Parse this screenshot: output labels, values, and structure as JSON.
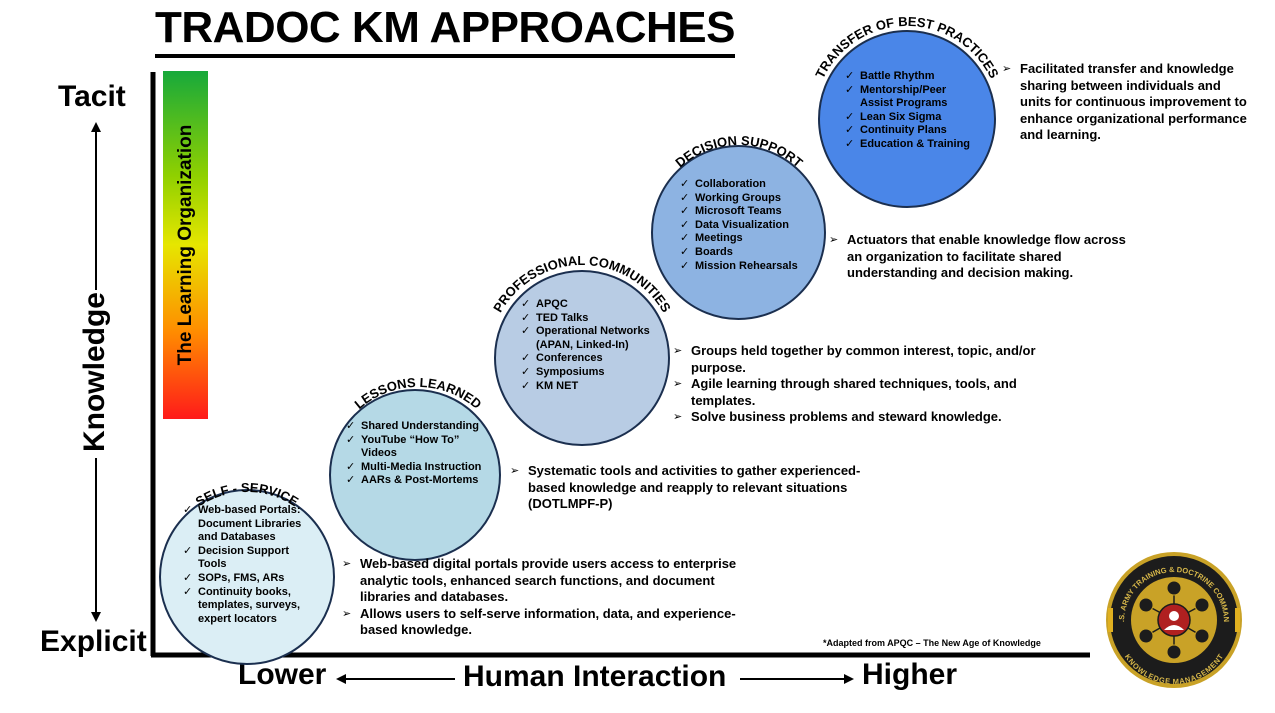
{
  "title": "TRADOC KM APPROACHES",
  "y_axis": {
    "top_label": "Tacit",
    "middle_label": "Knowledge",
    "bottom_label": "Explicit"
  },
  "x_axis": {
    "left_label": "Lower",
    "middle_label": "Human Interaction",
    "right_label": "Higher"
  },
  "gradient_bar": {
    "label": "The Learning Organization"
  },
  "colors": {
    "self_service": "#dbeef5",
    "lessons_learned": "#b5d9e6",
    "professional_communities": "#b8cce4",
    "decision_support": "#8db3e2",
    "transfer_best_practices": "#4a86e8",
    "circle_border": "#1b2f4f"
  },
  "circles": {
    "self_service": {
      "heading": "SELF - SERVICE",
      "items": [
        "Web-based Portals: Document Libraries and Databases",
        "Decision Support Tools",
        "SOPs, FMS, ARs",
        "Continuity books, templates, surveys, expert locators"
      ],
      "description": [
        "Web-based digital portals provide users access to enterprise analytic tools, enhanced search functions, and document libraries and databases.",
        "Allows users to self-serve information, data, and experience-based knowledge."
      ]
    },
    "lessons_learned": {
      "heading": "LESSONS LEARNED",
      "items": [
        "Shared Understanding",
        "YouTube “How To” Videos",
        "Multi-Media Instruction",
        "AARs & Post-Mortems"
      ],
      "description": [
        "Systematic tools and activities to gather experienced-based knowledge and reapply to relevant situations (DOTLMPF-P)"
      ]
    },
    "professional_communities": {
      "heading": "PROFESSIONAL COMMUNITIES",
      "items": [
        "APQC",
        "TED Talks",
        "Operational Networks (APAN, Linked-In)",
        "Conferences",
        "Symposiums",
        "KM NET"
      ],
      "description": [
        "Groups held together by common interest, topic, and/or purpose.",
        "Agile learning through shared techniques, tools, and templates.",
        "Solve business problems and steward knowledge."
      ]
    },
    "decision_support": {
      "heading": "DECISION SUPPORT",
      "items": [
        "Collaboration",
        "Working Groups",
        "Microsoft Teams",
        "Data Visualization",
        "Meetings",
        "Boards",
        "Mission Rehearsals"
      ],
      "description": [
        "Actuators that enable knowledge flow across an organization to facilitate shared understanding and decision making."
      ]
    },
    "transfer_best_practices": {
      "heading": "TRANSFER OF BEST PRACTICES",
      "items": [
        "Battle Rhythm",
        "Mentorship/Peer Assist Programs",
        "Lean Six Sigma",
        "Continuity Plans",
        "Education & Training"
      ],
      "description": [
        "Facilitated transfer and knowledge sharing between individuals and units for continuous improvement to enhance organizational performance and learning."
      ]
    }
  },
  "footnote": "*Adapted from APQC – The New Age of Knowledge",
  "seal": {
    "top_text": "U.S. ARMY TRAINING & DOCTRINE COMMAND",
    "bottom_text": "KNOWLEDGE MANAGEMENT"
  }
}
